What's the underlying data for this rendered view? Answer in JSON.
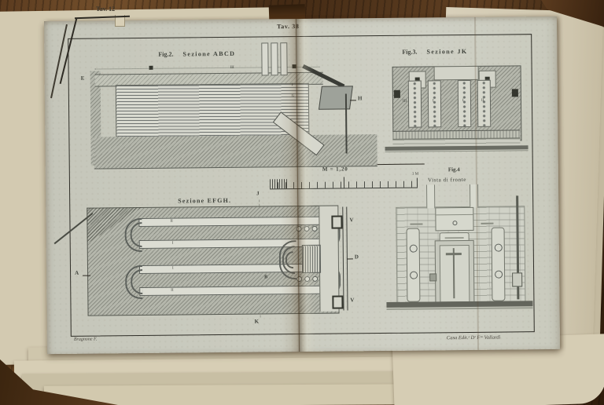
{
  "plate": {
    "tab_underpage": "Tav. 12",
    "label": "Tav. 38",
    "credit_left": "Bragnone F.",
    "credit_right": "Casa Edit.ᵉ Dʳ Fᶜᵒ Vallardi"
  },
  "fig2": {
    "number": "Fig.2.",
    "title": "Sezione ABCD",
    "labels": {
      "e": "E",
      "h": "H",
      "f": "F",
      "g": "G",
      "iii": "III"
    }
  },
  "fig3": {
    "number": "Fig.3.",
    "title": "Sezione JK",
    "labels": {
      "iii": "III",
      "i": "I",
      "ii": "II"
    }
  },
  "scale": {
    "text": "M = 1,20",
    "unit": "1 M"
  },
  "efgh": {
    "title": "Sezione EFGH.",
    "labels": {
      "j": "J",
      "k": "K",
      "a": "A",
      "b": "B",
      "d": "D",
      "v": "V",
      "i": "I",
      "ii": "II"
    }
  },
  "fig4": {
    "number": "Fig.4",
    "title": "Vista di fronte"
  },
  "colors": {
    "wood": "#4f3319",
    "paper": "#d2c9b1",
    "plate_paper": "#cbccc0",
    "ink": "#35352f"
  }
}
